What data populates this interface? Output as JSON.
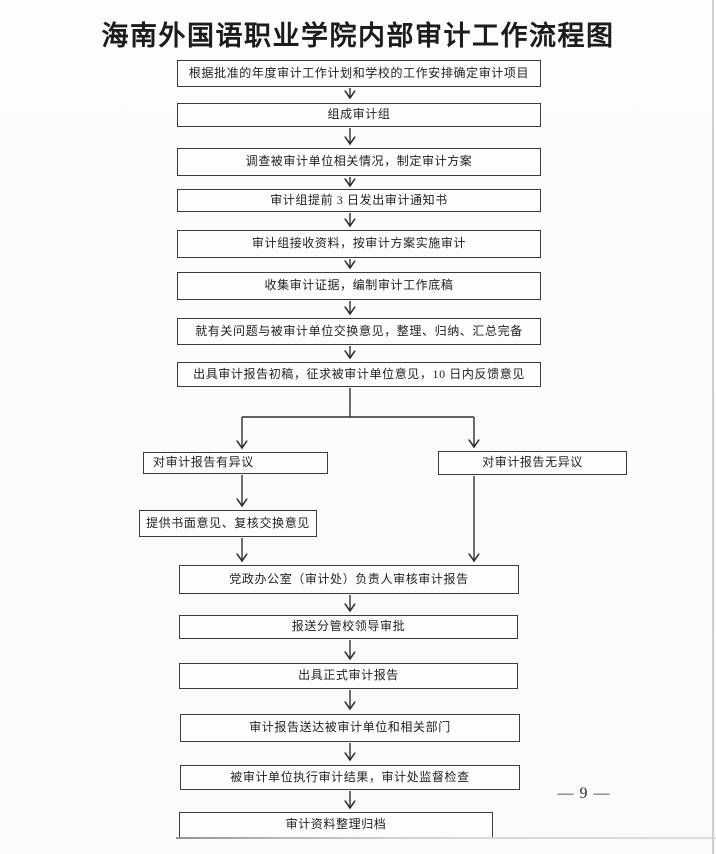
{
  "page": {
    "title": "海南外国语职业学院内部审计工作流程图",
    "page_number": "— 9 —"
  },
  "flowchart": {
    "nodes": [
      {
        "id": "determine-project",
        "label": "根据批准的年度审计工作计划和学校的工作安排确定审计项目"
      },
      {
        "id": "form-audit-team",
        "label": "组成审计组"
      },
      {
        "id": "investigate-plan",
        "label": "调查被审计单位相关情况，制定审计方案"
      },
      {
        "id": "send-notice",
        "label": "审计组提前 3 日发出审计通知书"
      },
      {
        "id": "implement-audit",
        "label": "审计组接收资料，按审计方案实施审计"
      },
      {
        "id": "collect-evidence",
        "label": "收集审计证据，编制审计工作底稿"
      },
      {
        "id": "exchange-opinions",
        "label": "就有关问题与被审计单位交换意见，整理、归纳、汇总完备"
      },
      {
        "id": "draft-report",
        "label": "出具审计报告初稿，征求被审计单位意见，10 日内反馈意见"
      },
      {
        "id": "has-objection",
        "label": "对审计报告有异议"
      },
      {
        "id": "no-objection",
        "label": "对审计报告无异议"
      },
      {
        "id": "written-opinion",
        "label": "提供书面意见、复核交换意见"
      },
      {
        "id": "leader-review",
        "label": "党政办公室（审计处）负责人审核审计报告"
      },
      {
        "id": "submit-approval",
        "label": "报送分管校领导审批"
      },
      {
        "id": "formal-report",
        "label": "出具正式审计报告"
      },
      {
        "id": "deliver-report",
        "label": "审计报告送达被审计单位和相关部门"
      },
      {
        "id": "execute-supervise",
        "label": "被审计单位执行审计结果，审计处监督检查"
      },
      {
        "id": "archive-materials",
        "label": "审计资料整理归档"
      }
    ]
  },
  "colors": {
    "ink": "#2f2f2f",
    "box_border": "#3b3b3b",
    "paper": "#fcfcfb",
    "scan_edge": "#ccd1d3"
  }
}
